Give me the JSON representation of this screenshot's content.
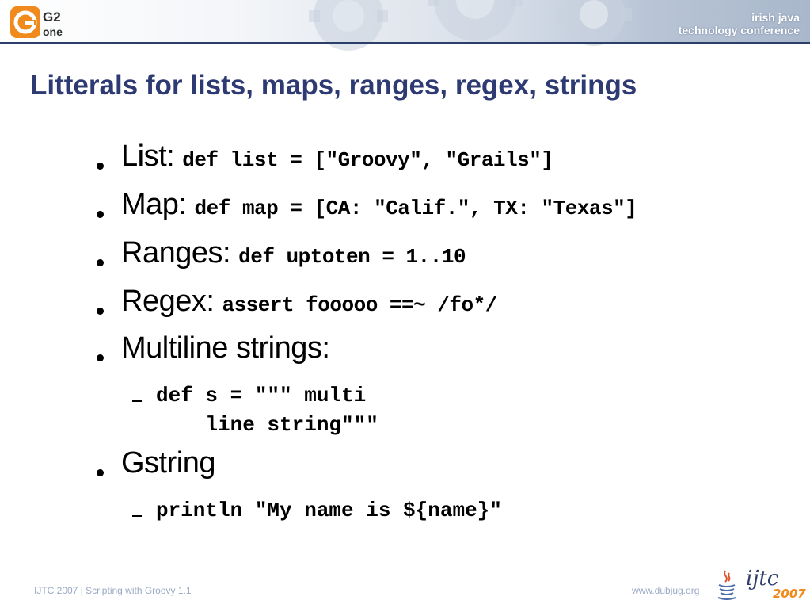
{
  "header": {
    "logo_top": "G2",
    "logo_bottom": "one",
    "conf_line1": "irish java",
    "conf_line2": "technology conference"
  },
  "slide": {
    "title": "Litterals for lists, maps, ranges, regex, strings",
    "bullets": [
      {
        "label": "List:",
        "code": "def list = [\"Groovy\", \"Grails\"]"
      },
      {
        "label": "Map:",
        "code": "def map = [CA: \"Calif.\", TX: \"Texas\"]"
      },
      {
        "label": "Ranges:",
        "code": "def uptoten = 1..10"
      },
      {
        "label": "Regex:",
        "code": "assert fooooo ==~ /fo*/"
      },
      {
        "label": "Multiline strings:",
        "sub": [
          "def s = \"\"\" multi",
          "    line string\"\"\""
        ]
      },
      {
        "label": "Gstring",
        "sub": [
          "println \"My name is ${name}\""
        ]
      }
    ]
  },
  "footer": {
    "left": "IJTC 2007 | Scripting with Groovy 1.1",
    "right": "www.dubjug.org",
    "logo_text": "ijtc",
    "logo_year": "2007"
  },
  "colors": {
    "title": "#2e3b73",
    "header_rule": "#2c3e6a",
    "logo_orange": "#f08a1c",
    "footer_text": "#9aa9c4"
  }
}
